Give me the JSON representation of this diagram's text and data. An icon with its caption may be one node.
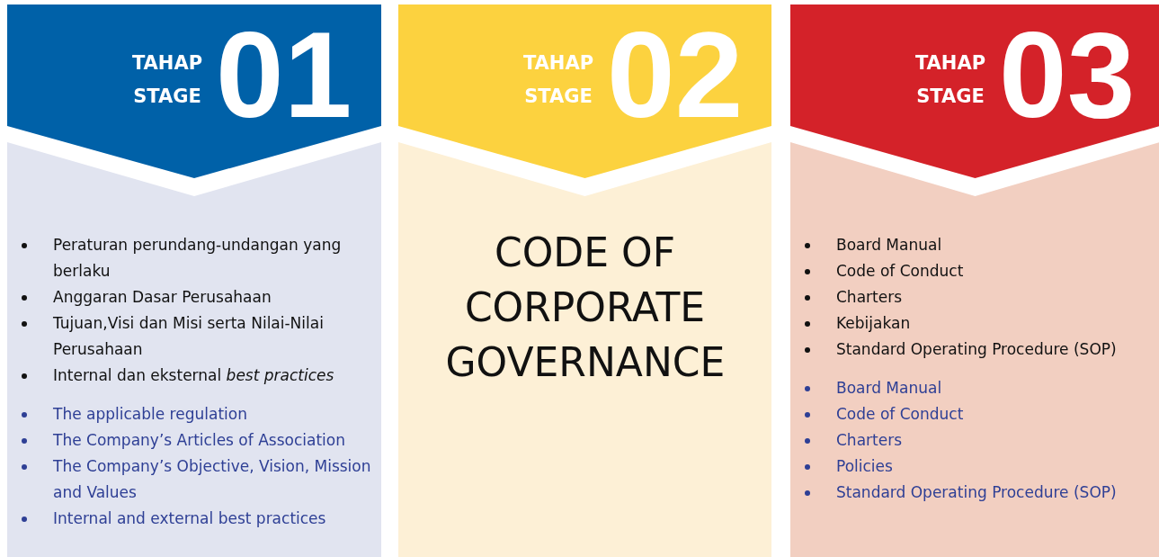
{
  "diagram": {
    "nodes": [
      {
        "text": [
          "TAHAP STAGE",
          "01"
        ]
      },
      {
        "text": [
          "Peraturan perundang-undangan yang berlaku",
          "Anggaran Dasar Perusahaan",
          "Tujuan,Visi dan Misi serta Nilai-Nilai Perusahaan",
          "Internal dan eksternal *best practices*",
          "The applicable regulation",
          "The Company’s Articles of Association",
          "The Company’s Objective, Vision, Mission and Values",
          "Internal and external best practices"
        ]
      },
      {
        "text": [
          "TAHAP STAGE",
          "02"
        ]
      },
      {
        "text": [
          "CODE OF CORPORATE GOVERNANCE"
        ]
      },
      {
        "text": [
          "TAHAP STAGE",
          "03"
        ]
      },
      {
        "text": [
          "Board Manual",
          "Code of Conduct",
          "Charters",
          "Kebijakan",
          "Standard Operating Procedure (SOP)",
          "Board Manual",
          "Code of Conduct",
          "Charters",
          "Policies",
          "Standard Operating Procedure (SOP)"
        ]
      }
    ],
    "edges": []
  }
}
